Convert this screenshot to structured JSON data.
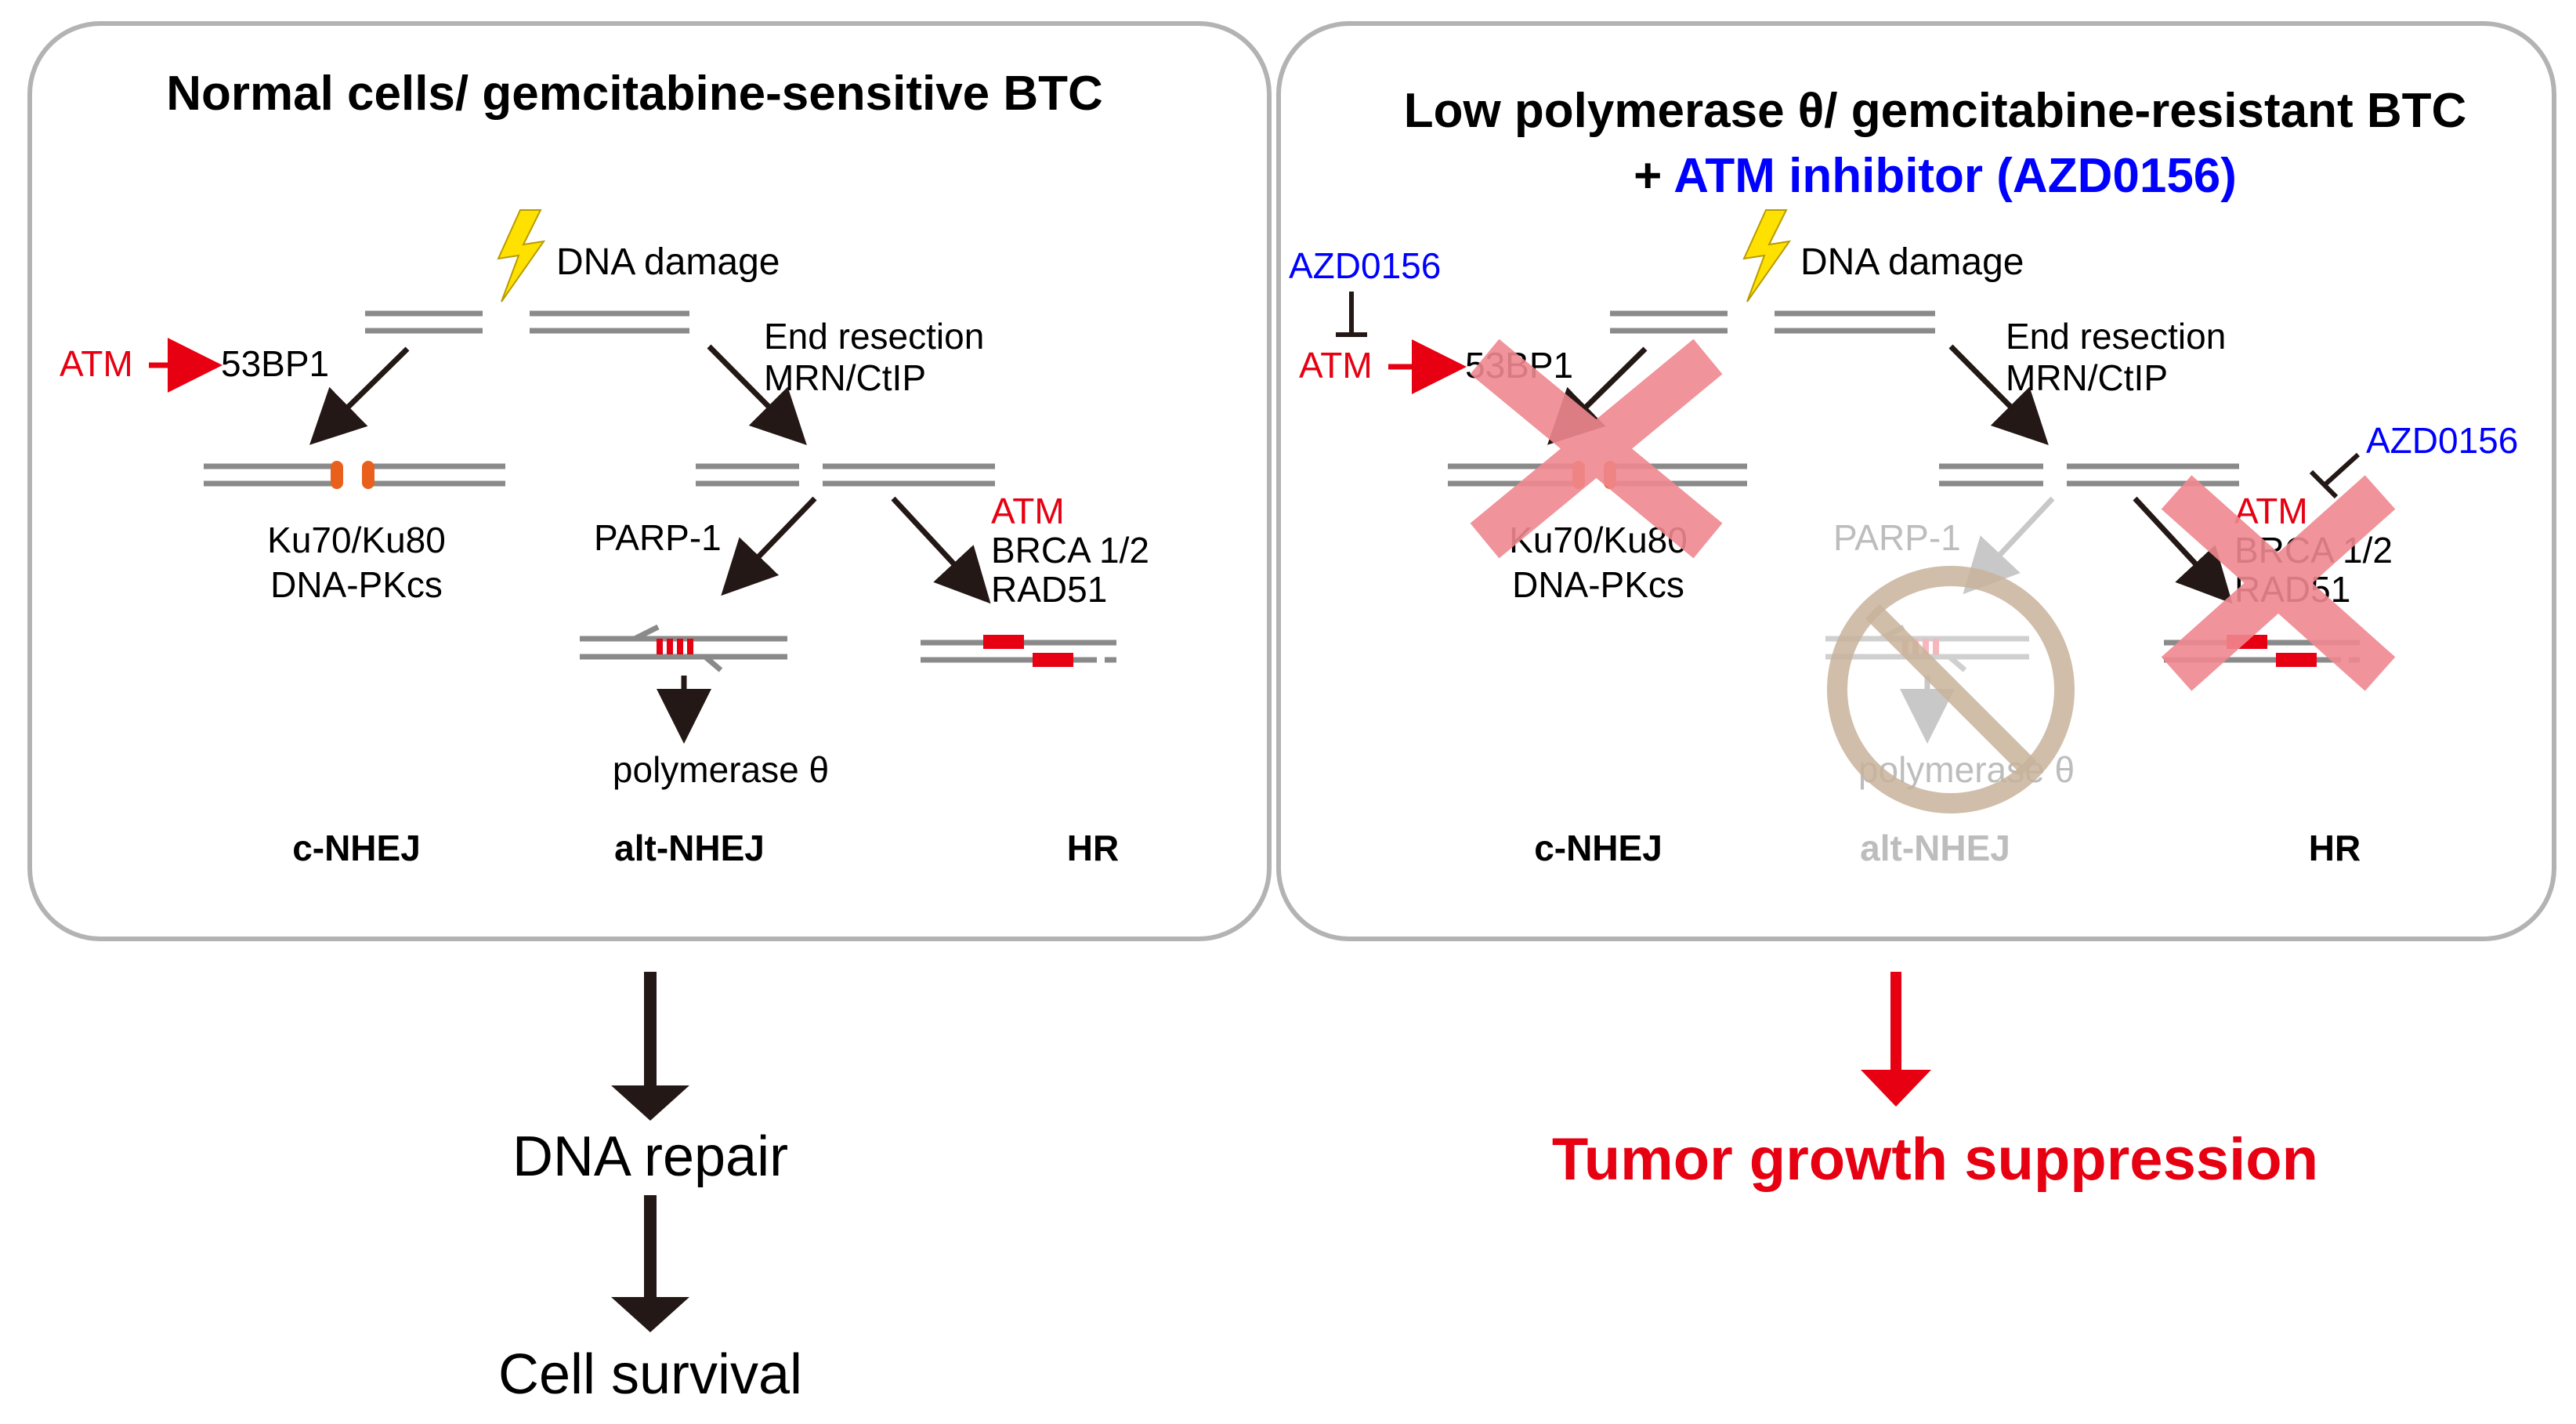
{
  "left_panel": {
    "title": "Normal cells/ gemcitabine-sensitive BTC",
    "dna_damage": "DNA damage",
    "atm": "ATM",
    "p53bp1": "53BP1",
    "end_resection_1": "End resection",
    "end_resection_2": "MRN/CtIP",
    "ku": "Ku70/Ku80",
    "dnapkcs": "DNA-PKcs",
    "parp": "PARP-1",
    "hr_atm": "ATM",
    "brca": "BRCA 1/2",
    "rad51": "RAD51",
    "polymerase": "polymerase θ",
    "cnhej": "c-NHEJ",
    "altnhej": "alt-NHEJ",
    "hr": "HR"
  },
  "right_panel": {
    "title_line1": "Low polymerase θ/ gemcitabine-resistant BTC",
    "title_plus": "+ ",
    "title_inhibitor": "ATM inhibitor (AZD0156)",
    "azd_top": "AZD0156",
    "azd_right": "AZD0156",
    "dna_damage": "DNA damage",
    "atm": "ATM",
    "p53bp1": "53BP1",
    "end_resection_1": "End resection",
    "end_resection_2": "MRN/CtIP",
    "ku": "Ku70/Ku80",
    "dnapkcs": "DNA-PKcs",
    "parp": "PARP-1",
    "hr_atm": "ATM",
    "brca": "BRCA 1/2",
    "rad51": "RAD51",
    "polymerase": "polymerase θ",
    "cnhej": "c-NHEJ",
    "altnhej": "alt-NHEJ",
    "hr": "HR"
  },
  "outcomes": {
    "dna_repair": "DNA repair",
    "cell_survival": "Cell survival",
    "tumor": "Tumor growth suppression"
  },
  "colors": {
    "arrow_dark": "#231815",
    "red": "#e60012",
    "blue": "#0000ff",
    "gray_text": "#bdbdbd",
    "panel_border": "#b3b3b3",
    "x_mark": "#f08890",
    "no_sign": "#c8b39b",
    "dna_line": "#8a8a8a",
    "bolt": "#ffe100"
  }
}
